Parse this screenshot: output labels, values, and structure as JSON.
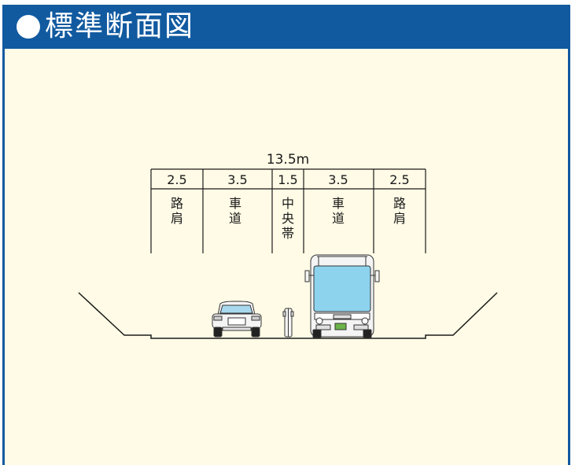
{
  "header": {
    "title": "標準断面図"
  },
  "diagram": {
    "total_width": "13.5m",
    "columns": [
      {
        "width": "2.5",
        "label": [
          "路",
          "肩"
        ]
      },
      {
        "width": "3.5",
        "label": [
          "車",
          "道"
        ]
      },
      {
        "width": "1.5",
        "label": [
          "中",
          "央",
          "帯"
        ]
      },
      {
        "width": "3.5",
        "label": [
          "車",
          "道"
        ]
      },
      {
        "width": "2.5",
        "label": [
          "路",
          "肩"
        ]
      }
    ]
  },
  "colors": {
    "header": "#115aa0",
    "background": "#fffbe6",
    "bus": "#8ed3ee"
  }
}
